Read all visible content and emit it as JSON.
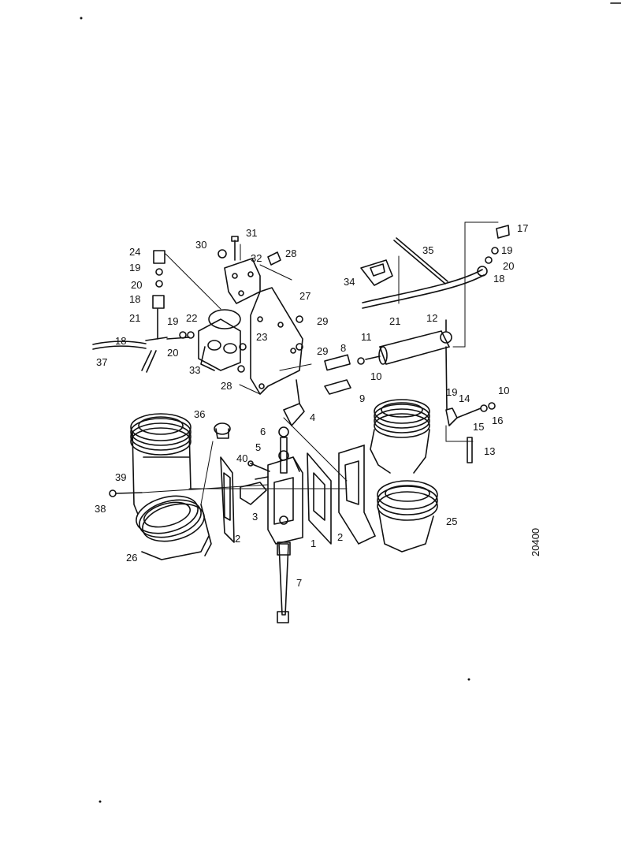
{
  "drawing": {
    "drawing_number": "20400",
    "part_labels": [
      "1",
      "2",
      "2",
      "3",
      "4",
      "5",
      "6",
      "7",
      "8",
      "9",
      "10",
      "10",
      "11",
      "12",
      "13",
      "14",
      "15",
      "16",
      "17",
      "18",
      "18",
      "18",
      "19",
      "19",
      "19",
      "19",
      "20",
      "20",
      "20",
      "21",
      "21",
      "22",
      "23",
      "24",
      "25",
      "26",
      "27",
      "28",
      "28",
      "29",
      "29",
      "30",
      "31",
      "32",
      "33",
      "34",
      "35",
      "36",
      "37",
      "38",
      "39",
      "40"
    ]
  }
}
